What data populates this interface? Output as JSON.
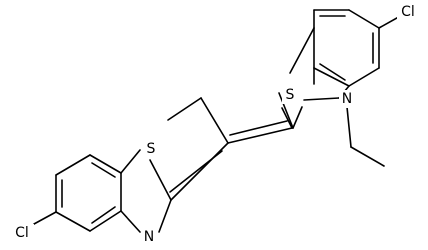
{
  "colors": {
    "bond": "#000000",
    "label": "#000000",
    "background": "#ffffff"
  },
  "structure": {
    "atoms": [
      {
        "id": "cl_right",
        "label": "Cl"
      },
      {
        "id": "s_right",
        "label": "S"
      },
      {
        "id": "n_right",
        "label": "N"
      },
      {
        "id": "s_left",
        "label": "S"
      },
      {
        "id": "n_left",
        "label": "N"
      },
      {
        "id": "cl_left",
        "label": "Cl"
      }
    ]
  }
}
